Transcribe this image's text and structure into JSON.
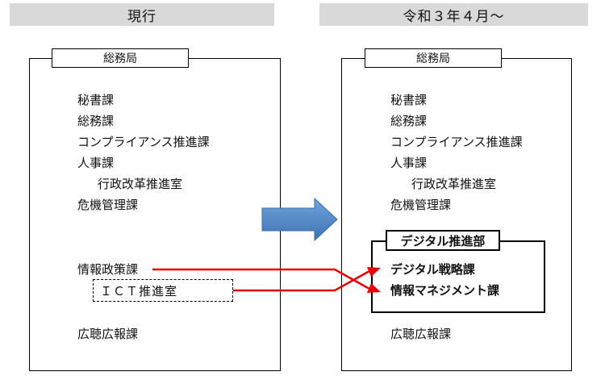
{
  "headers": {
    "current": "現行",
    "future": "令和３年４月～"
  },
  "current": {
    "bureau": "総務局",
    "items": [
      "秘書課",
      "総務課",
      "コンプライアンス推進課",
      "人事課",
      "行政改革推進室",
      "危機管理課",
      "情報政策課",
      "ＩＣＴ推進室",
      "広聴広報課"
    ]
  },
  "future": {
    "bureau": "総務局",
    "items": [
      "秘書課",
      "総務課",
      "コンプライアンス推進課",
      "人事課",
      "行政改革推進室",
      "危機管理課",
      "広聴広報課"
    ],
    "department": {
      "name": "デジタル推進部",
      "sections": [
        "デジタル戦略課",
        "情報マネジメント課"
      ]
    }
  },
  "colors": {
    "header_bg": "#d9d9d9",
    "transition_arrow": "#4f86c6",
    "mapping_arrow": "#e60000"
  }
}
